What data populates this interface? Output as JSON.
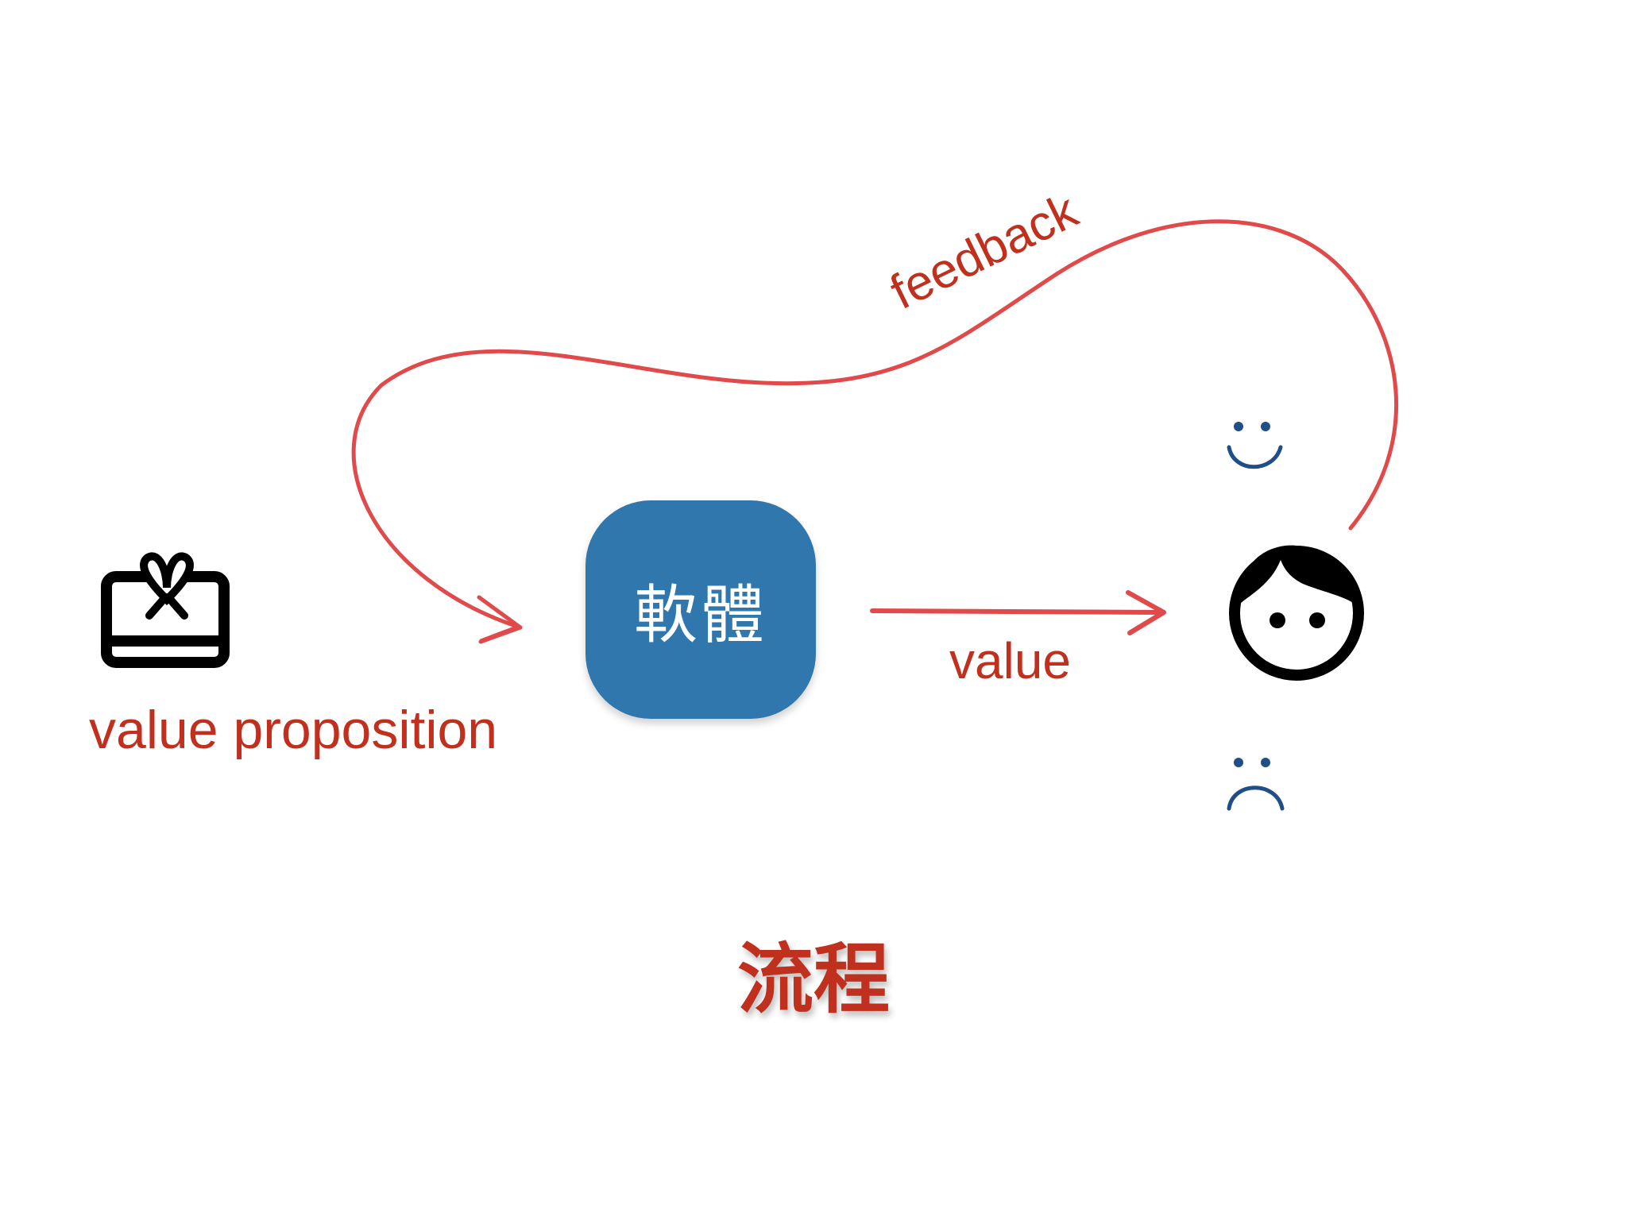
{
  "diagram": {
    "software_label": "軟體",
    "value_proposition_label": "value proposition",
    "value_label": "value",
    "feedback_label": "feedback",
    "title": "流程"
  },
  "icons": {
    "gift": "gift-card-icon",
    "user": "face-icon",
    "happy": "smiley-icon",
    "sad": "frown-icon"
  },
  "colors": {
    "accent_red": "#c0301e",
    "arrow_red": "#e04a4a",
    "box_blue": "#2f77ad",
    "face_blue": "#1f4f86",
    "ink": "#000000"
  }
}
